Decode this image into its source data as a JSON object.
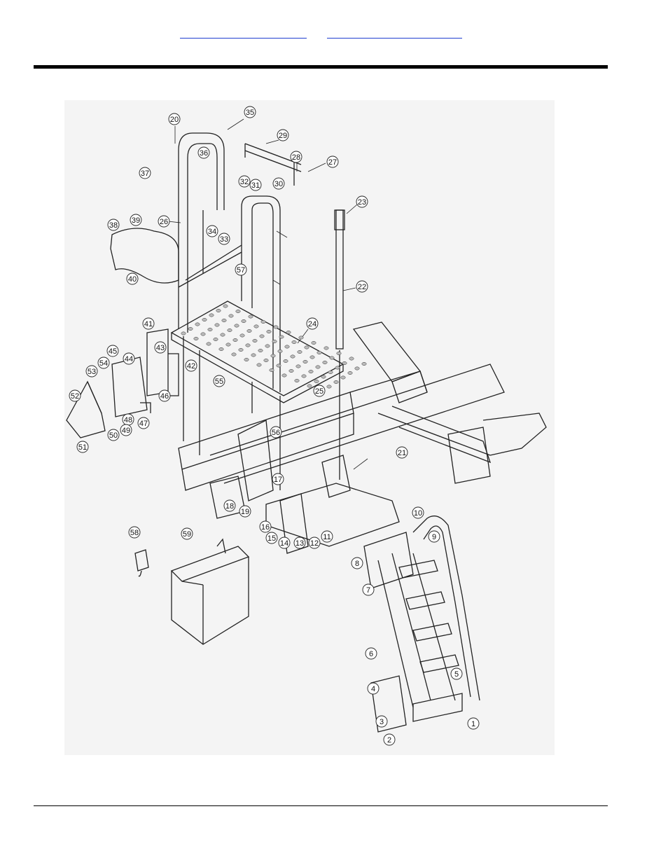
{
  "header": {
    "link_1": "",
    "link_2": ""
  },
  "callouts": [
    "1",
    "2",
    "3",
    "4",
    "5",
    "6",
    "7",
    "8",
    "9",
    "10",
    "11",
    "12",
    "13",
    "14",
    "15",
    "16",
    "17",
    "18",
    "19",
    "20",
    "21",
    "22",
    "23",
    "24",
    "25",
    "26",
    "27",
    "28",
    "29",
    "30",
    "31",
    "32",
    "33",
    "34",
    "35",
    "36",
    "37",
    "38",
    "39",
    "40",
    "41",
    "42",
    "43",
    "44",
    "45",
    "46",
    "47",
    "48",
    "49",
    "50",
    "51",
    "52",
    "53",
    "54",
    "55",
    "56",
    "57",
    "58",
    "59"
  ]
}
